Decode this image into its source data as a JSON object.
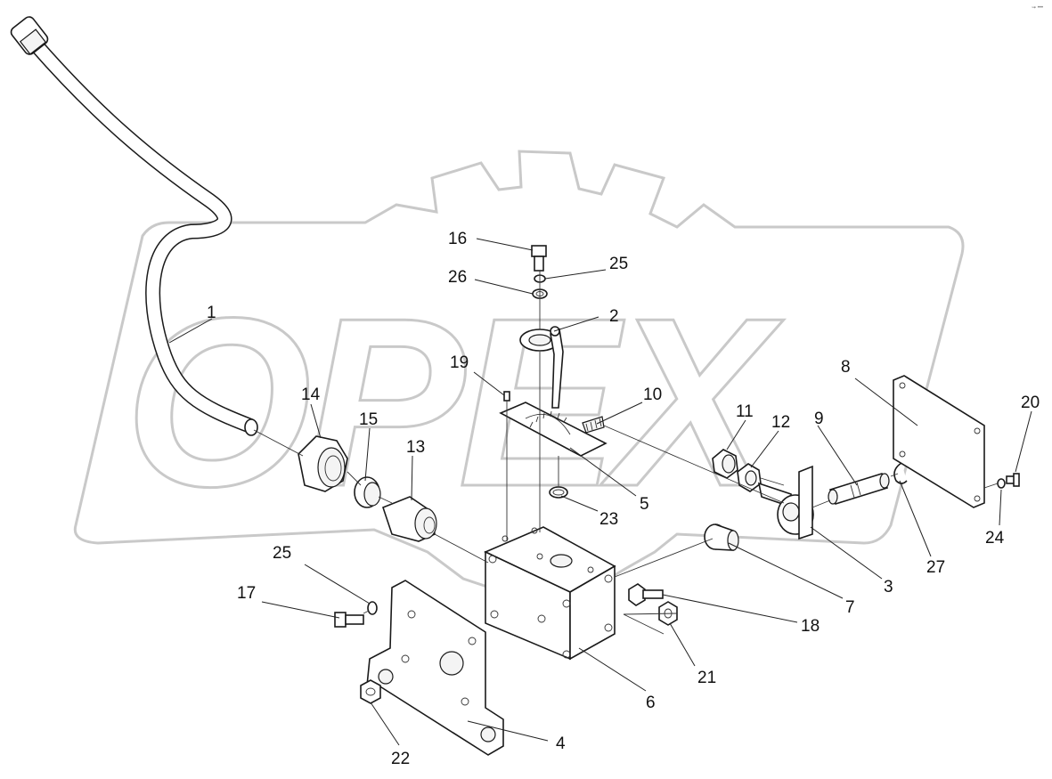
{
  "watermark": {
    "text": "OPEX"
  },
  "corner_mark": "⇝ •••",
  "callouts": [
    "1",
    "2",
    "3",
    "4",
    "5",
    "6",
    "7",
    "8",
    "9",
    "10",
    "11",
    "12",
    "13",
    "14",
    "15",
    "16",
    "17",
    "18",
    "19",
    "20",
    "21",
    "22",
    "23",
    "24",
    "25",
    "25",
    "26",
    "27"
  ]
}
